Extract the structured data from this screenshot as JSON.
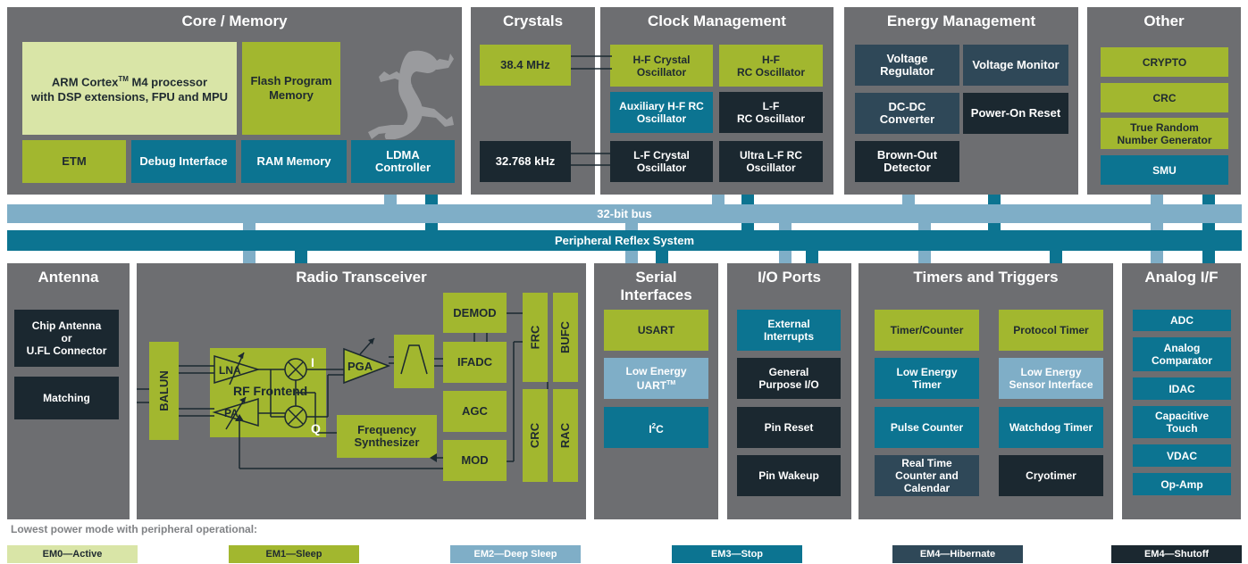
{
  "colors": {
    "section": "#6d6e71",
    "em0": "#d9e5a7",
    "em1": "#a2b72f",
    "em2": "#7faec7",
    "em3": "#0c7491",
    "em4h": "#2f4858",
    "em4s": "#1b2830",
    "bus": "#7faec7",
    "prs": "#0c7491"
  },
  "sections": {
    "core": "Core / Memory",
    "crystals": "Crystals",
    "clock": "Clock Management",
    "energy": "Energy Management",
    "other": "Other",
    "antenna": "Antenna",
    "radio": "Radio Transceiver",
    "serial": "Serial\nInterfaces",
    "io": "I/O Ports",
    "timers": "Timers and Triggers",
    "analog": "Analog I/F"
  },
  "core": {
    "arm_line1": "ARM Cortex",
    "arm_tm": "TM",
    "arm_line1b": " M4 processor",
    "arm_line2": "with DSP extensions, FPU and MPU",
    "flash": "Flash Program\nMemory",
    "etm": "ETM",
    "debug": "Debug Interface",
    "ram": "RAM Memory",
    "ldma": "LDMA\nController",
    "logo_icon": "gecko-logo-icon"
  },
  "crystals": {
    "hf": "38.4 MHz",
    "lf": "32.768 kHz"
  },
  "clock": {
    "hfxo": "H-F Crystal\nOscillator",
    "hfrco": "H-F\nRC Oscillator",
    "auxhfrco": "Auxiliary H-F RC\nOscillator",
    "lfrco": "L-F\nRC Oscillator",
    "lfxo": "L-F Crystal\nOscillator",
    "ulfrco": "Ultra L-F RC\nOscillator"
  },
  "energy": {
    "vreg": "Voltage\nRegulator",
    "vmon": "Voltage Monitor",
    "dcdc": "DC-DC\nConverter",
    "por": "Power-On Reset",
    "bod": "Brown-Out\nDetector"
  },
  "other": {
    "crypto": "CRYPTO",
    "crc": "CRC",
    "trng": "True Random\nNumber Generator",
    "smu": "SMU"
  },
  "bus": {
    "bus32": "32-bit bus",
    "prs": "Peripheral Reflex System"
  },
  "antenna": {
    "chip": "Chip Antenna\nor\nU.FL Connector",
    "matching": "Matching"
  },
  "radio": {
    "balun": "BALUN",
    "lna": "LNA",
    "pa": "PA",
    "rf_frontend": "RF Frontend",
    "i": "I",
    "q": "Q",
    "pga": "PGA",
    "demod": "DEMOD",
    "ifadc": "IFADC",
    "agc": "AGC",
    "mod": "MOD",
    "synth": "Frequency\nSynthesizer",
    "frc": "FRC",
    "bufc": "BUFC",
    "crc": "CRC",
    "rac": "RAC"
  },
  "serial": {
    "usart": "USART",
    "leuart": "Low Energy\nUART",
    "leuart_tm": "TM",
    "i2c": "I",
    "i2c_sup": "2",
    "i2c_b": "C"
  },
  "io": {
    "ext_int": "External\nInterrupts",
    "gpio": "General\nPurpose I/O",
    "pin_reset": "Pin Reset",
    "pin_wakeup": "Pin Wakeup"
  },
  "timers": {
    "timer": "Timer/Counter",
    "protimer": "Protocol Timer",
    "letimer": "Low Energy\nTimer",
    "lesense": "Low Energy\nSensor Interface",
    "pcnt": "Pulse Counter",
    "wdog": "Watchdog Timer",
    "rtcc": "Real Time\nCounter and\nCalendar",
    "cryotimer": "Cryotimer"
  },
  "analog": {
    "adc": "ADC",
    "acmp": "Analog\nComparator",
    "idac": "IDAC",
    "cap": "Capacitive\nTouch",
    "vdac": "VDAC",
    "opamp": "Op-Amp"
  },
  "legend": {
    "title": "Lowest power mode with peripheral operational:",
    "em0": "EM0—Active",
    "em1": "EM1—Sleep",
    "em2": "EM2—Deep Sleep",
    "em3": "EM3—Stop",
    "em4h": "EM4—Hibernate",
    "em4s": "EM4—Shutoff"
  }
}
